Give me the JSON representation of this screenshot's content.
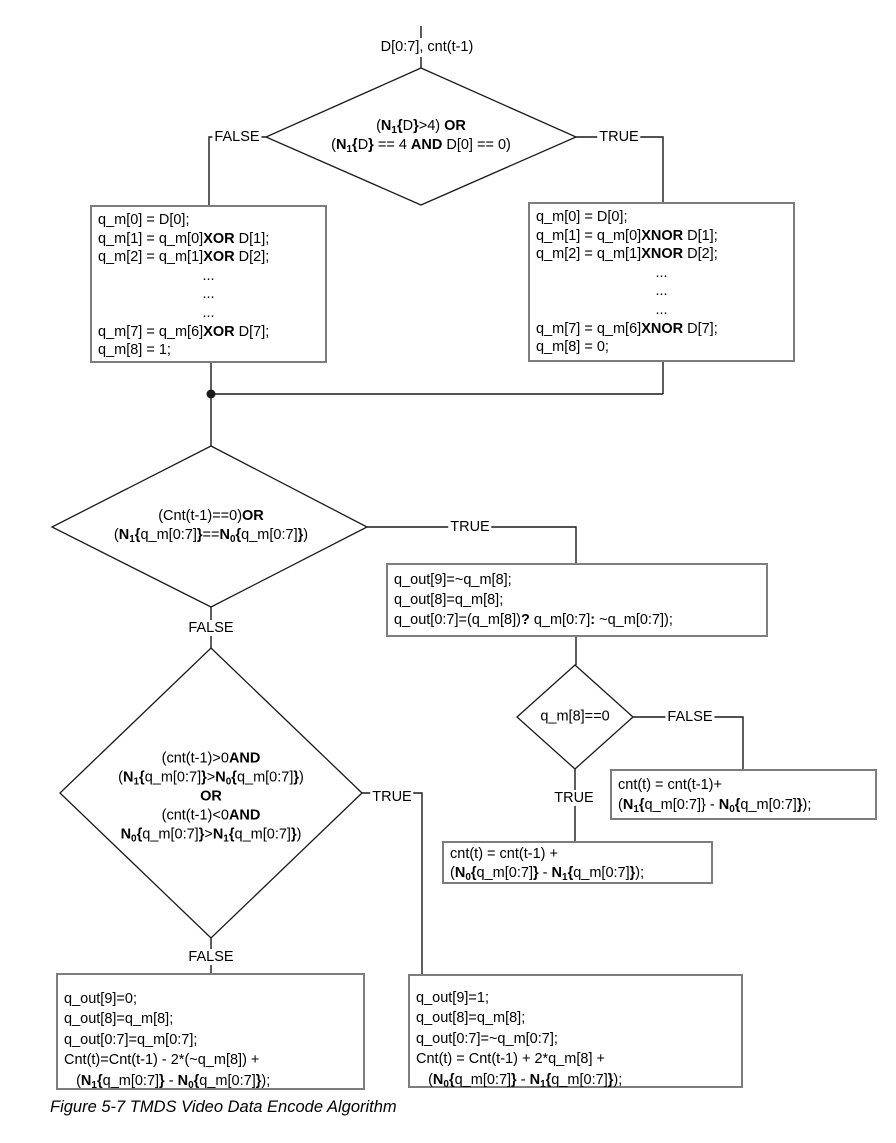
{
  "colors": {
    "background": "#ffffff",
    "line": "#1a1a1a",
    "text": "#000000",
    "box_border": "#7d7d7d"
  },
  "caption": "Figure 5-7 TMDS Video Data Encode Algorithm",
  "flow": {
    "start_label": "D[0:7], cnt(t-1)",
    "decision1": {
      "lines": [
        "(**N_{1}{**D**}**>4) **OR**",
        "(**N_{1}{**D**}** == 4 **AND** D[0] == 0)"
      ],
      "false_label": "FALSE",
      "true_label": "TRUE"
    },
    "box_xor": {
      "lines": [
        "q_m[0] = D[0];",
        "q_m[1] = q_m[0]**XOR** D[1];",
        "q_m[2] = q_m[1]**XOR** D[2];",
        "...",
        "...",
        "...",
        "q_m[7] = q_m[6]**XOR** D[7];",
        "q_m[8] = 1;"
      ]
    },
    "box_xnor": {
      "lines": [
        "q_m[0] = D[0];",
        "q_m[1] = q_m[0]**XNOR** D[1];",
        "q_m[2] = q_m[1]**XNOR** D[2];",
        "...",
        "...",
        "...",
        "q_m[7] = q_m[6]**XNOR** D[7];",
        "q_m[8] = 0;"
      ]
    },
    "decision2": {
      "lines": [
        "(Cnt(t-1)==0)**OR**",
        "(**N_{1}{**q_m[0:7]**}**==**N_{0}{**q_m[0:7]**}**)"
      ],
      "true_label": "TRUE",
      "false_label": "FALSE"
    },
    "box_qout": {
      "lines": [
        "q_out[9]=~q_m[8];",
        "q_out[8]=q_m[8];",
        "q_out[0:7]=(q_m[8])**?** q_m[0:7]**:** ~q_m[0:7]);"
      ]
    },
    "decision_qm8": {
      "label": "q_m[8]==0",
      "false_label": "FALSE",
      "true_label": "TRUE"
    },
    "box_cnt_plus": {
      "lines": [
        "cnt(t) = cnt(t-1)+",
        "(**N_{1}{**q_m[0:7]} - **N_{0}{**q_m[0:7]**}**);"
      ]
    },
    "box_cnt_minus": {
      "lines": [
        "cnt(t) = cnt(t-1) +",
        "(**N_{0}{**q_m[0:7]**}** - **N_{1}{**q_m[0:7]**}**);"
      ]
    },
    "decision3": {
      "lines": [
        "(cnt(t-1)>0**AND**",
        "(**N_{1}{**q_m[0:7]**}**>**N_{0}{**q_m[0:7]**}**)",
        "**OR**",
        "(cnt(t-1)<0**AND**",
        "**N_{0}{**q_m[0:7]**}**>**N_{1}{**q_m[0:7]**}**)"
      ],
      "true_label": "TRUE",
      "false_label": "FALSE"
    },
    "box_out_false": {
      "lines": [
        "q_out[9]=0;",
        "q_out[8]=q_m[8];",
        "q_out[0:7]=q_m[0:7];",
        "Cnt(t)=Cnt(t-1) - 2*(~q_m[8]) +",
        "   (**N_{1}{**q_m[0:7]**}** - **N_{0}{**q_m[0:7]**}**);"
      ]
    },
    "box_out_true": {
      "lines": [
        "q_out[9]=1;",
        "q_out[8]=q_m[8];",
        "q_out[0:7]=~q_m[0:7];",
        "Cnt(t) = Cnt(t-1) + 2*q_m[8] +",
        "   (**N_{0}{**q_m[0:7]**}** - **N_{1}{**q_m[0:7]**}**);"
      ]
    }
  }
}
